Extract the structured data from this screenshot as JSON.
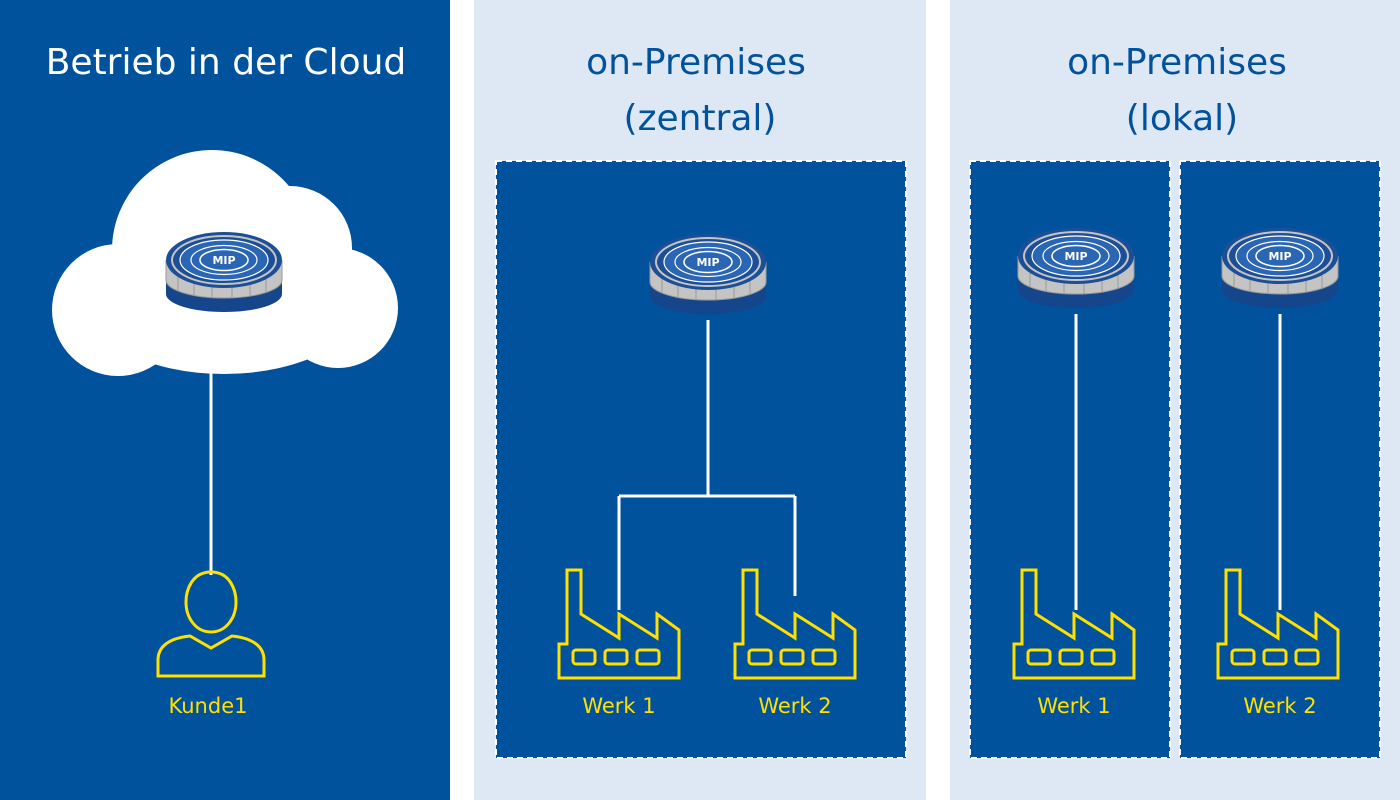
{
  "colors": {
    "primary_blue": "#00529c",
    "light_bg": "#dde8f4",
    "accent_yellow": "#ffe000",
    "white": "#ffffff",
    "gap_white": "#ffffff",
    "mip_dark_blue": "#1c4f96",
    "mip_mid_blue": "#2b66b4",
    "mip_ring_gray": "#c4c4c4",
    "mip_base_blue": "#15458a"
  },
  "panels": {
    "cloud": {
      "title": "Betrieb in der Cloud",
      "server_label": "MIP",
      "user_label": "Kunde1"
    },
    "central": {
      "title_line1": "on-Premises",
      "title_line2": "(zentral)",
      "server_label": "MIP",
      "plant1_label": "Werk 1",
      "plant2_label": "Werk 2"
    },
    "local": {
      "title_line1": "on-Premises",
      "title_line2": "(lokal)",
      "server1_label": "MIP",
      "server2_label": "MIP",
      "plant1_label": "Werk 1",
      "plant2_label": "Werk 2"
    }
  }
}
